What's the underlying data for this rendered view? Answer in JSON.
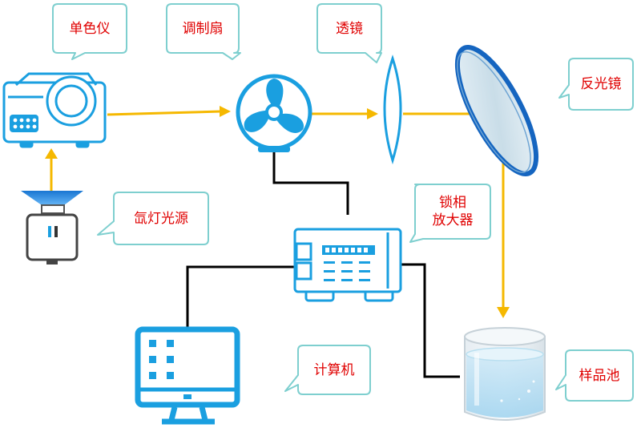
{
  "labels": {
    "monochromator": "单色仪",
    "chopper": "调制扇",
    "lens": "透镜",
    "mirror": "反光镜",
    "light_source": "氙灯光源",
    "lockin_line1": "锁相",
    "lockin_line2": "放大器",
    "computer": "计算机",
    "sample_cell": "样品池"
  },
  "colors": {
    "device_blue": "#1a9fe0",
    "light_blue": "#2196f3",
    "beam": "#f5b800",
    "wire": "#000000",
    "callout_border": "#7ecfcf",
    "label_text": "#e00000",
    "mirror_edge": "#1565c0"
  },
  "icons": {
    "monochromator": "projector-icon",
    "chopper": "fan-icon",
    "lens": "lens-icon",
    "mirror": "mirror-icon",
    "light_source": "lamp-icon",
    "lockin": "amplifier-icon",
    "computer": "monitor-icon",
    "sample_cell": "beaker-icon"
  }
}
